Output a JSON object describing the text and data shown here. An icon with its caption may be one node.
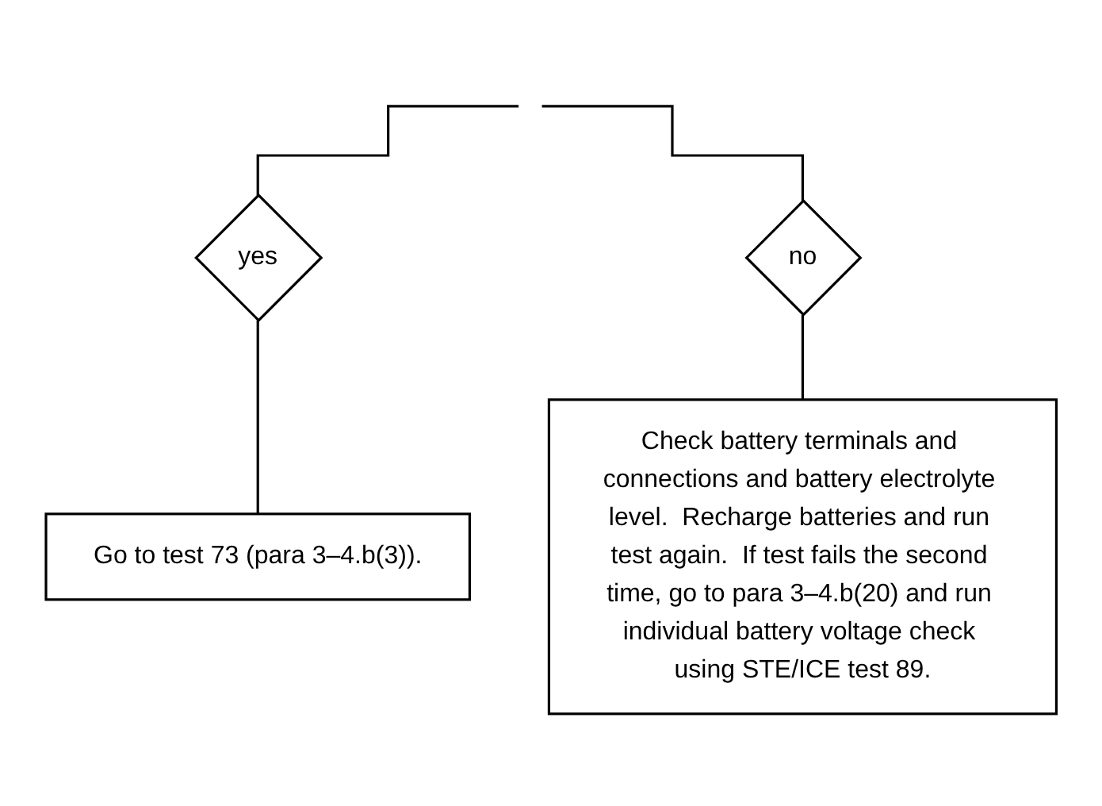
{
  "diagram": {
    "nodes": [
      {
        "text": [
          "yes"
        ]
      },
      {
        "text": [
          "no"
        ]
      },
      {
        "text": [
          "Go to test 73 (para 3–4.b(3))."
        ]
      },
      {
        "text": [
          "Check battery terminals and connections and battery electrolyte level.  Recharge batteries and run test again.  If test fails the second time, go to para 3–4.b(20) and run individual battery voltage check using STE/ICE test 89."
        ]
      }
    ],
    "edges": [
      {
        "from": null,
        "to": 0,
        "arrow": "none"
      },
      {
        "from": null,
        "to": 1,
        "arrow": "none"
      },
      {
        "from": 0,
        "to": 2,
        "arrow": "none"
      },
      {
        "from": 1,
        "to": 3,
        "arrow": "none"
      }
    ]
  }
}
